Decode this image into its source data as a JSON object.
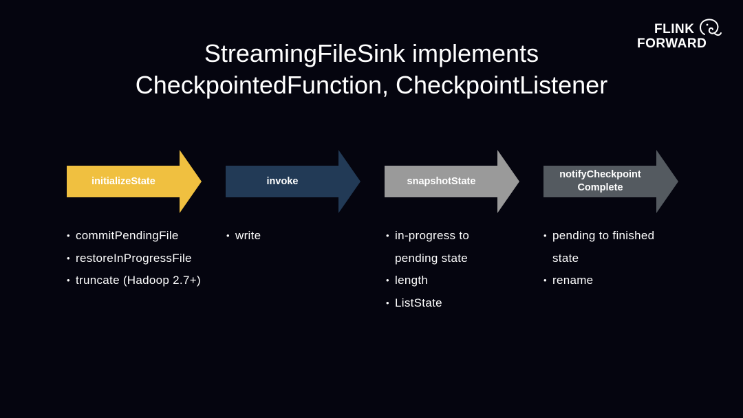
{
  "title": {
    "line1": "StreamingFileSink implements",
    "line2": "CheckpointedFunction, CheckpointListener"
  },
  "logo": {
    "line1": "FLINK",
    "line2": "FORWARD",
    "icon": "squirrel-icon"
  },
  "colors": {
    "background": "#05050f",
    "step1": "#f0c040",
    "step2": "#223a56",
    "step3": "#9a9a9a",
    "step4": "#545a60"
  },
  "steps": [
    {
      "label": "initializeState",
      "items": [
        "commitPendingFile",
        "restoreInProgressFile",
        "truncate (Hadoop 2.7+)"
      ]
    },
    {
      "label": "invoke",
      "items": [
        "write"
      ]
    },
    {
      "label": "snapshotState",
      "items": [
        "in-progress to",
        "pending state",
        "length",
        "ListState"
      ]
    },
    {
      "label_line1": "notifyCheckpoint",
      "label_line2": "Complete",
      "items": [
        "pending to finished",
        "state",
        "rename"
      ]
    }
  ]
}
